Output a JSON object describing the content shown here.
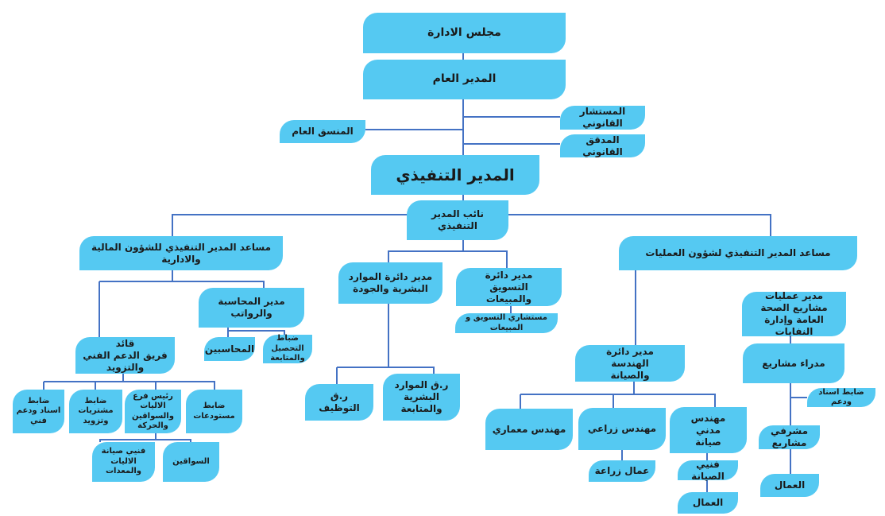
{
  "nodes": {
    "board": "مجلس الادارة",
    "gm": "المدير العام",
    "legal_advisor": "المستشار القانوني",
    "legal_auditor": "المدقق القانوني",
    "general_coordinator": "المنسق العام",
    "ceo": "المدير التنفيذي",
    "deputy_ceo": "نائب المدير التنفيذي",
    "asst_finance_admin": "مساعد المدير التنفيذي للشؤون المالية والادارية",
    "asst_operations": "مساعد المدير التنفيذي لشؤون العمليات",
    "hr_quality_director": "مدير دائرة الموارد البشرية والجودة",
    "marketing_sales_director": "مدير دائرة التسويق والمبيعات",
    "marketing_sales_consultants": "مستشاري التسويق و المبيعات",
    "accounting_payroll_director": "مدير المحاسبة والرواتب",
    "accountants": "المحاسبين",
    "collection_officers": "ضباط التحصيل والمتابعة",
    "support_team_leader_line1": "قائد",
    "support_team_leader_line2": "فريق الدعم الفني والتزويد",
    "tech_support_officer": "ضابط اسناد ودعم فني",
    "procurement_officer": "ضابط مشتريات وتزويد",
    "vehicles_branch_head": "رئيس فرع الاليات والسواقين والحركة",
    "warehouse_officer": "ضابط مستودعات",
    "maintenance_technicians": "فنيي صيانة الاليات والمعدات",
    "drivers": "السواقين",
    "recruitment": "ر.ق التوظيف",
    "hr_followup": "ر.ق الموارد البشرية والمتابعة",
    "engineering_maintenance_director": "مدير دائرة الهندسة والصيانة",
    "civil_engineer": "مهندس مدني صيانة",
    "agricultural_engineer": "مهندس زراعي",
    "architect": "مهندس معماري",
    "maintenance_tech": "فنيي الصيانة",
    "workers_eng": "العمال",
    "agriculture_workers": "عمال زراعة",
    "projects_ops_director": "مدير عمليات مشاريع الصحة العامة وإدارة النفايات",
    "project_managers": "مدراء مشاريع",
    "support_officer": "ضابط اسناد ودعم",
    "project_supervisor": "مشرفي مشاريع",
    "workers_projects": "العمال"
  },
  "colors": {
    "box": "#55c9f2",
    "line": "#4472c4",
    "text": "#1a1a1a"
  }
}
